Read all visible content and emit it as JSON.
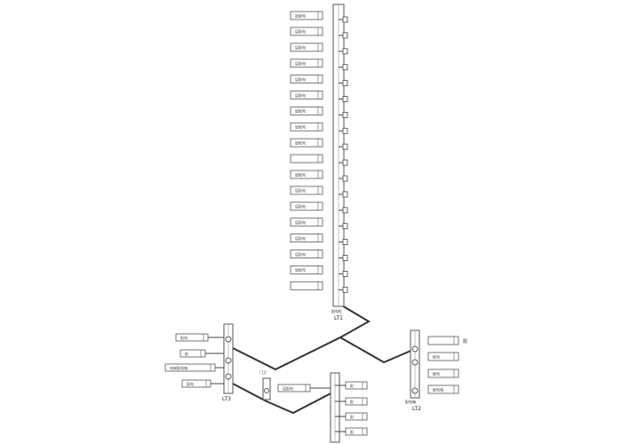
{
  "diagram": {
    "risers": {
      "lt1": {
        "label": "LT1",
        "tag": "配电柜"
      },
      "lt3": {
        "label": "LT3"
      },
      "lt2": {
        "label": "LT2",
        "tag": "配电箱"
      },
      "aux": {
        "tag": "门卫"
      }
    },
    "lt1_boxes": [
      "层配电",
      "层配电",
      "层配电",
      "层配电",
      "层配电",
      "层配电",
      "层配电",
      "层配电",
      "层配电",
      "",
      "层配电",
      "层配电",
      "层配电",
      "层配电",
      "层配电",
      "层配电",
      "层配电",
      ""
    ],
    "lt3_boxes": [
      "配电",
      "配",
      "电梯配电箱",
      "配电"
    ],
    "lt2_boxes": [
      "",
      "配电",
      "配电",
      "配电箱"
    ],
    "lt2_right_mark": "配",
    "lower_riser_boxes": [
      "层配电",
      "配",
      "配",
      "配",
      "配"
    ],
    "colors": {
      "line": "#333333",
      "box": "#555555",
      "fill": "#ffffff"
    }
  }
}
